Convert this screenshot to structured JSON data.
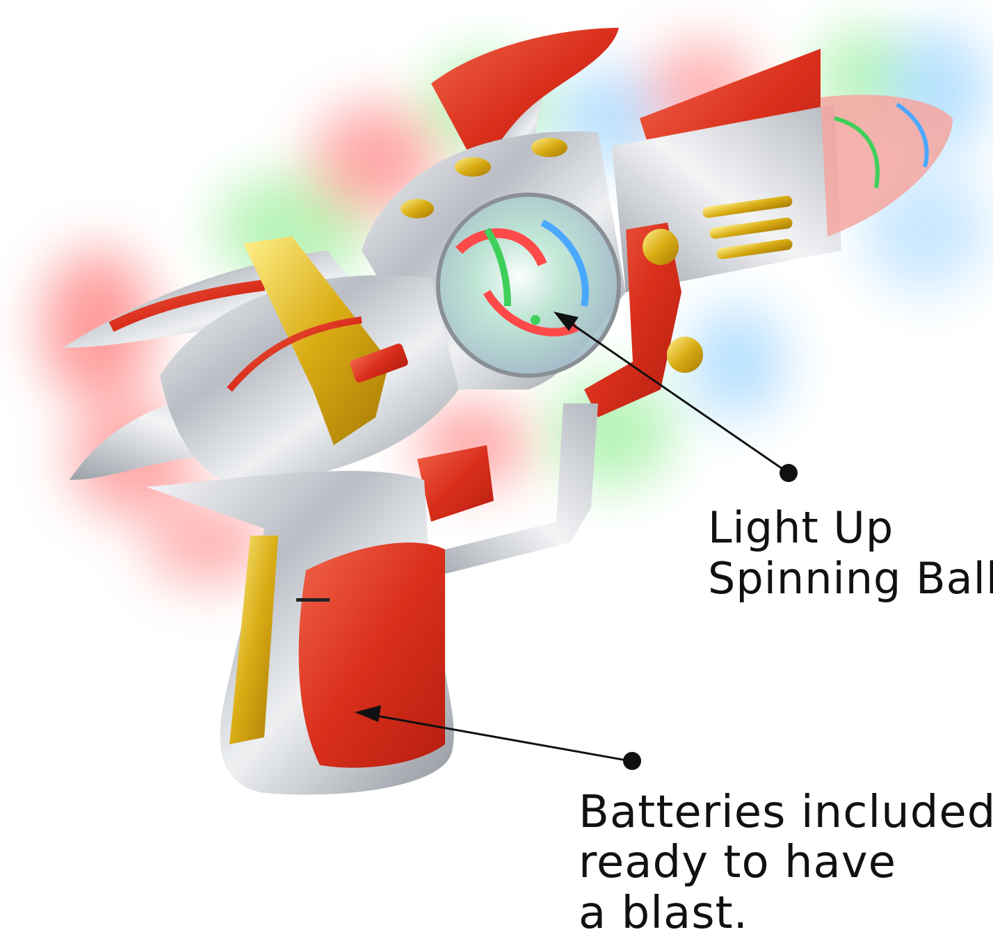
{
  "callouts": {
    "ball": {
      "lines": [
        "Light Up",
        "Spinning Ball."
      ]
    },
    "batteries": {
      "lines": [
        "Batteries included",
        "ready to have",
        "a blast."
      ]
    }
  },
  "product": {
    "colors": {
      "chrome": "#c9ccd2",
      "chrome_highlight": "#f4f5f7",
      "red": "#e23a22",
      "gold": "#d8b11a",
      "glow_red": "#ff6b6b",
      "glow_green": "#7be07b",
      "glow_blue": "#7cc6ff"
    }
  }
}
